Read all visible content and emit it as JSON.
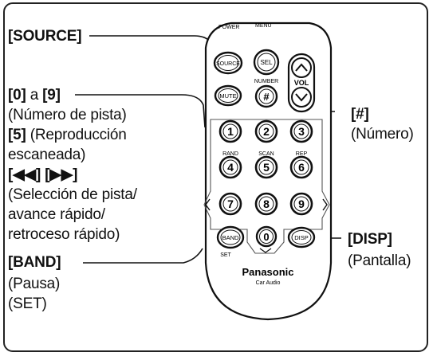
{
  "labels": {
    "source": "[SOURCE]",
    "digits_key_a": "[0]",
    "digits_mid": " a ",
    "digits_key_b": "[9]",
    "digits_desc": "(Número de pista)",
    "five_key": "[5]",
    "five_desc_1": " (Reproducción",
    "five_desc_2": "escaneada)",
    "skip_keys": "[◀◀] [▶▶]",
    "skip_desc_1": "(Selección de pista/",
    "skip_desc_2": "avance rápido/",
    "skip_desc_3": "retroceso rápido)",
    "band_key": "[BAND]",
    "band_desc_1": "(Pausa)",
    "band_desc_2": "(SET)",
    "hash_key": "[#]",
    "hash_desc": "(Número)",
    "disp_key": "[DISP]",
    "disp_desc": "(Pantalla)"
  },
  "remote": {
    "power": "POWER",
    "menu": "MENU",
    "source_btn": "SOURCE",
    "sel_btn": "SEL",
    "vol": "VOL",
    "mute_btn": "MUTE",
    "number": "NUMBER",
    "hash_btn": "#",
    "rand": "RAND",
    "scan": "SCAN",
    "rep": "REP",
    "digits": [
      "1",
      "2",
      "3",
      "4",
      "5",
      "6",
      "7",
      "8",
      "9",
      "0"
    ],
    "band_btn": "BAND",
    "set": "SET",
    "disp_btn": "DISP",
    "brand": "Panasonic",
    "sub_brand": "Car Audio"
  }
}
